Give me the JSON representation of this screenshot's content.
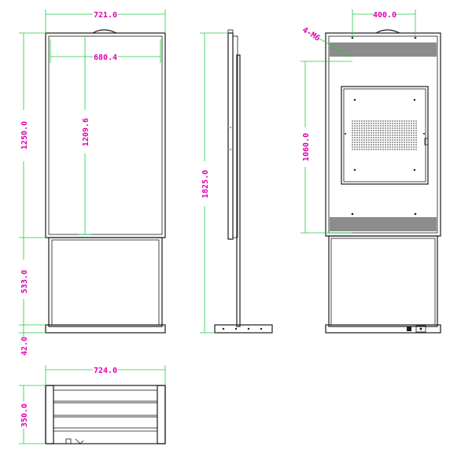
{
  "dimensions": {
    "front_width": "721.0",
    "front_screen_width": "680.4",
    "front_screen_height_outer": "1250.0",
    "front_screen_height_inner": "1209.6",
    "front_pedestal_height": "533.0",
    "front_base_height": "42.0",
    "side_total_height": "1825.0",
    "back_mount_spacing": "400.0",
    "back_mount_holes": "4-M6",
    "back_mount_height": "1060.0",
    "top_width": "724.0",
    "top_depth": "350.0"
  },
  "colors": {
    "object_lines": "#1a1a1a",
    "dimension_lines": "#22cc44",
    "dimension_text": "#e000b0"
  }
}
